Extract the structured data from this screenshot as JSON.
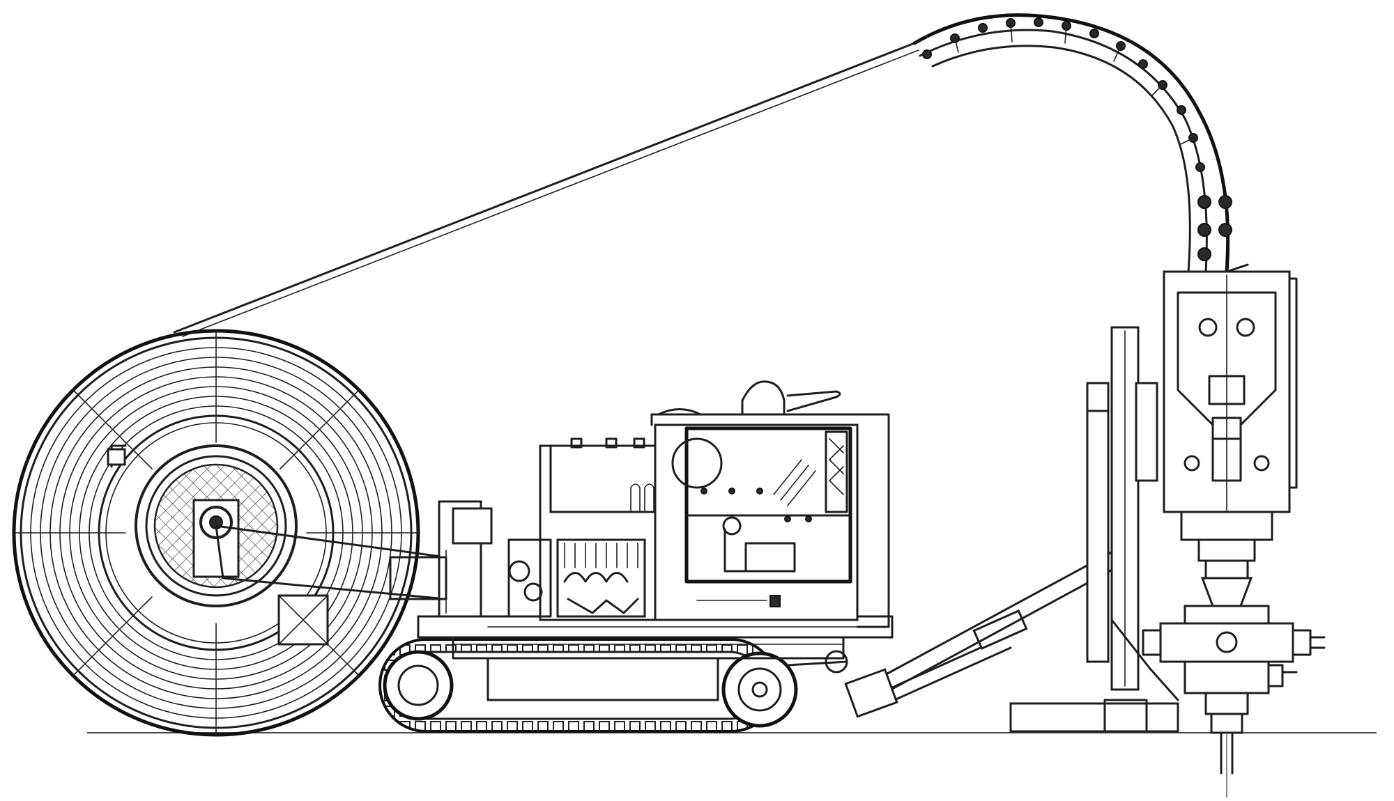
{
  "colors": {
    "background": "#ffffff",
    "line": "#1e1e1e",
    "ground": "#444444"
  },
  "components": [
    "coil-tubing-reel",
    "tracked-carrier",
    "power-pack",
    "control-cabin",
    "gooseneck",
    "injector-head",
    "mast",
    "hydraulic-cylinder",
    "blowout-preventer",
    "wellhead"
  ]
}
